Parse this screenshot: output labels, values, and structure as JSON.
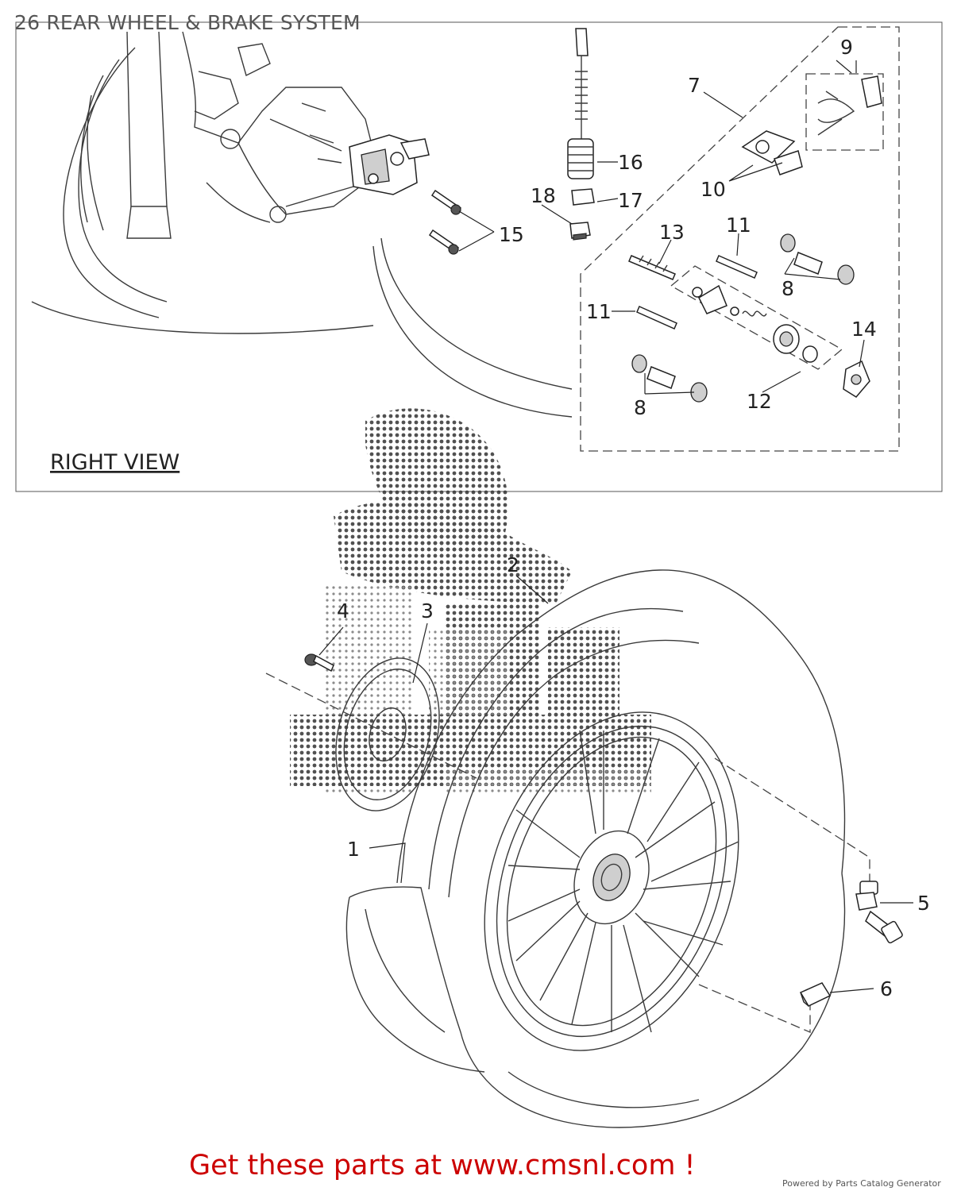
{
  "title": "26 REAR WHEEL & BRAKE SYSTEM",
  "inset_label": "RIGHT VIEW",
  "callouts": {
    "c1": "1",
    "c2": "2",
    "c3": "3",
    "c4": "4",
    "c5": "5",
    "c6": "6",
    "c7": "7",
    "c8a": "8",
    "c8b": "8",
    "c9": "9",
    "c10": "10",
    "c11a": "11",
    "c11b": "11",
    "c12": "12",
    "c13": "13",
    "c14": "14",
    "c15": "15",
    "c16": "16",
    "c17": "17",
    "c18": "18"
  },
  "footer_link": "Get these parts at www.cmsnl.com !",
  "powered_by": "Powered by Parts Catalog Generator",
  "watermark": "CMS",
  "colors": {
    "footer": "#cc0000",
    "line": "#222222",
    "title": "#555555"
  }
}
